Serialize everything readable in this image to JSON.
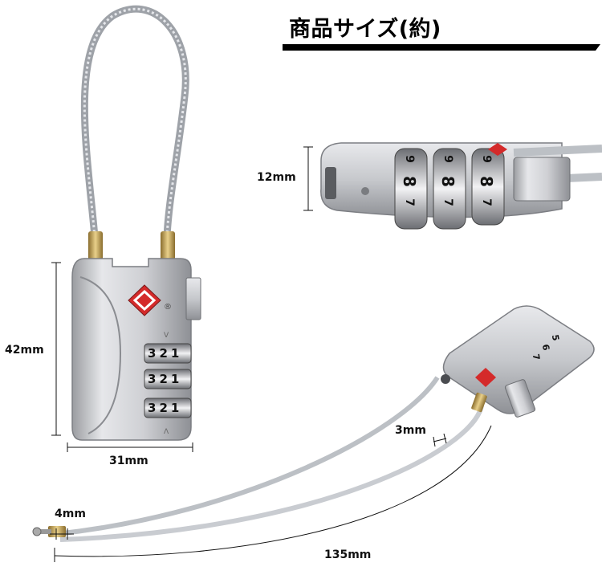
{
  "title": "商品サイズ(約)",
  "dimensions": {
    "height": "42mm",
    "width": "31mm",
    "depth": "12mm",
    "cable_diameter": "3mm",
    "pin_diameter": "4mm",
    "cable_length": "135mm"
  },
  "lock_front": {
    "dials": [
      [
        "3",
        "2",
        "1"
      ],
      [
        "3",
        "2",
        "1"
      ],
      [
        "3",
        "2",
        "1"
      ]
    ],
    "registered_mark": "®"
  },
  "lock_top": {
    "dials": [
      "8",
      "8",
      "8"
    ],
    "upper_digits": [
      "9",
      "9",
      "9"
    ],
    "lower_digits": [
      "7",
      "7",
      "7"
    ]
  },
  "lock_angled": {
    "digits": [
      "5",
      "6",
      "7"
    ]
  },
  "colors": {
    "text": "#000000",
    "silver": "#c8c9cc",
    "tsa_red": "#d42a2a",
    "brass": "#c7a55a"
  }
}
